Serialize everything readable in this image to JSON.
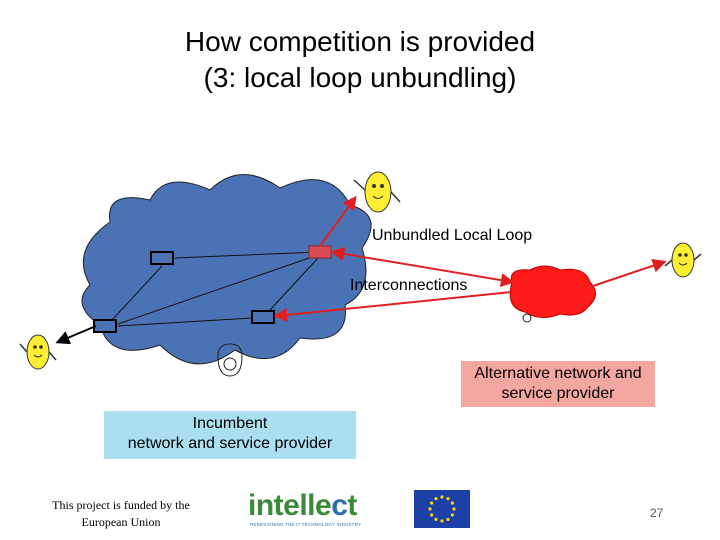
{
  "title": {
    "line1": "How competition is provided",
    "line2": "(3: local loop unbundling)"
  },
  "labels": {
    "unbundled_local_loop": "Unbundled Local Loop",
    "interconnections": "Interconnections"
  },
  "providers": {
    "alternative_line1": "Alternative network and",
    "alternative_line2": "service provider",
    "incumbent_line1": "Incumbent",
    "incumbent_line2": "network and service provider"
  },
  "footer": {
    "funding_line1": "This project is funded by the",
    "funding_line2": "European Union",
    "logo_word_start": "intelle",
    "logo_word_c": "c",
    "logo_word_end": "t",
    "logo_tagline": "REDESIGNING THE IT TECHNOLOGY INDUSTRY",
    "page_number": "27"
  },
  "colors": {
    "incumbent_cloud": "#4a72b4",
    "alternative_cloud": "#ff1a1a",
    "connection_line": "#e02020",
    "character_fill": "#ffee33",
    "alternative_label_bg": "#f4a6a0",
    "incumbent_label_bg": "#a9dfef",
    "eu_flag_blue": "#1c3fa8",
    "eu_star_yellow": "#ffd400"
  },
  "icons": [
    "customer-character-icon",
    "telephone-icon",
    "eu-flag-icon",
    "intellect-logo"
  ]
}
